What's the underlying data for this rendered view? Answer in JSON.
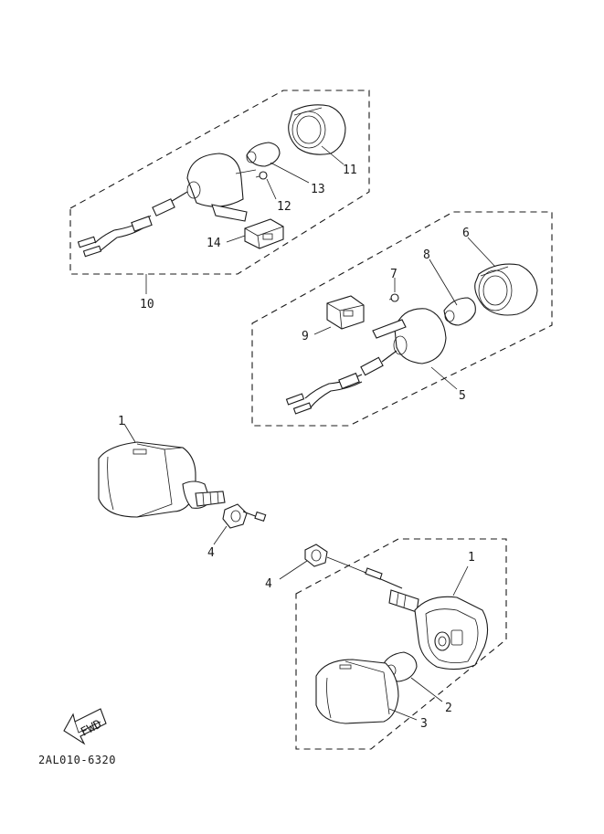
{
  "diagram": {
    "part_labels": {
      "p10": "10",
      "p14": "14",
      "p12": "12",
      "p13": "13",
      "p11": "11",
      "p7": "7",
      "p8": "8",
      "p6": "6",
      "p9": "9",
      "p5": "5",
      "p1_left": "1",
      "p4_left": "4",
      "p4_right": "4",
      "p1_right": "1",
      "p2": "2",
      "p3": "3"
    },
    "fwd_label": "FWD",
    "diagram_code": "2AL010-6320"
  }
}
